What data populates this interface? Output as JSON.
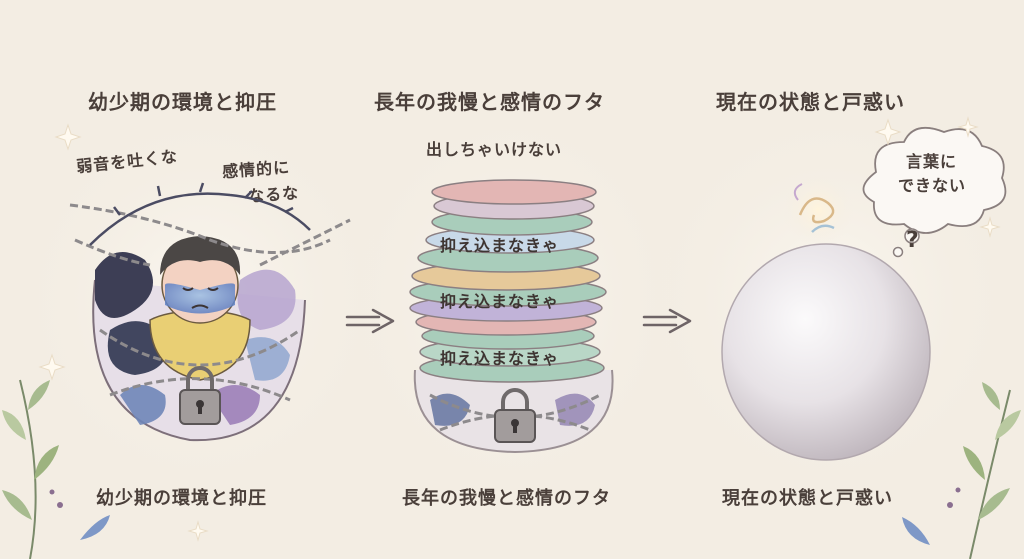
{
  "panels": [
    {
      "title": "幼少期の環境と抑圧",
      "caption": "幼少期の環境と抑圧",
      "phrases": [
        "弱音を吐くな",
        "感情的に",
        "なるな"
      ]
    },
    {
      "title": "長年の我慢と感情のフタ",
      "caption": "長年の我慢と感情のフタ",
      "top_phrase": "出しちゃいけない",
      "coin_labels": [
        "抑え込まなきゃ",
        "抑え込まなきゃ",
        "抑え込まなきゃ"
      ]
    },
    {
      "title": "現在の状態と戸惑い",
      "caption": "現在の状態と戸惑い",
      "bubble_lines": [
        "言葉に",
        "できない"
      ],
      "question_mark": "?"
    }
  ],
  "colors": {
    "background": "#f3ede3",
    "text": "#4a3f3a",
    "coin_pink": "#e3b6b4",
    "coin_green": "#a9cdbb",
    "coin_purple": "#c1b3d8",
    "coin_yellow": "#e6c99a",
    "sphere": "#e8e3e6"
  },
  "icons": [
    "arrow-icon",
    "padlock-icon",
    "chain-icon",
    "thorn-vine-icon",
    "leaf-icon",
    "sparkle-icon",
    "thought-bubble-icon",
    "swirl-icon"
  ]
}
